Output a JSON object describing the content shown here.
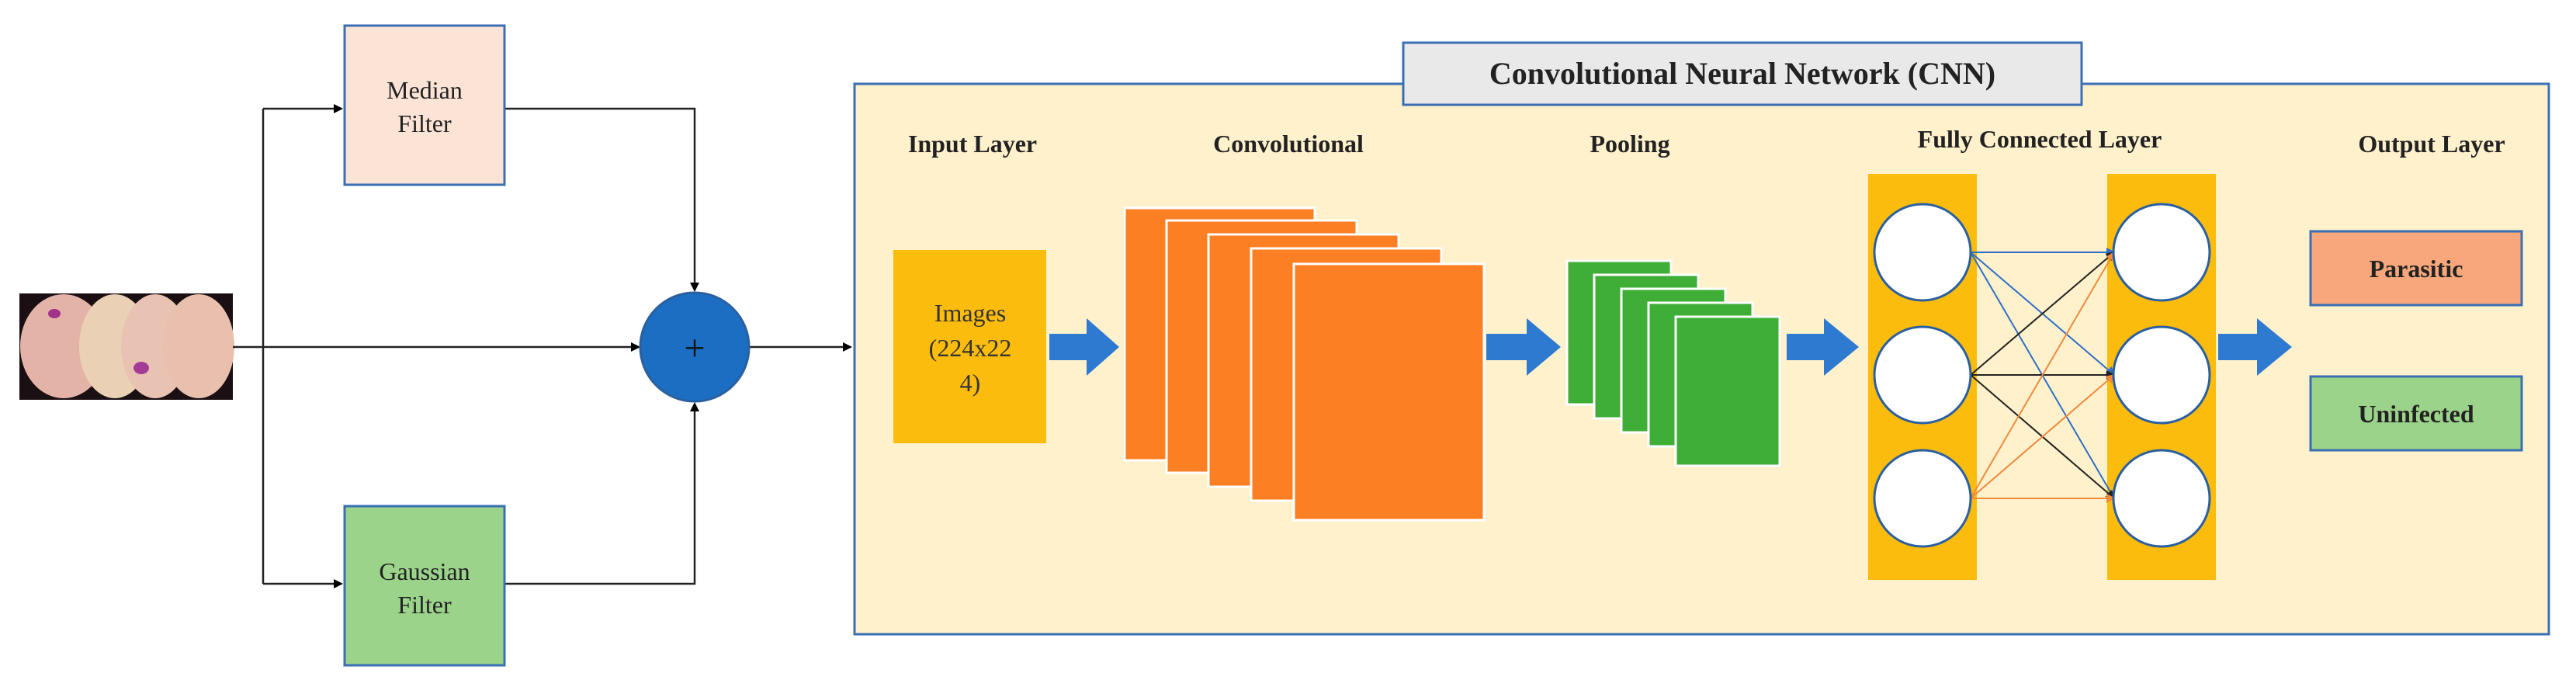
{
  "filters": {
    "median": [
      "Median",
      "Filter"
    ],
    "gaussian": [
      "Gaussian",
      "Filter"
    ]
  },
  "combine": {
    "symbol": "+"
  },
  "cnn": {
    "title": "Convolutional Neural Network (CNN)",
    "layers": {
      "input": "Input Layer",
      "convolutional": "Convolutional",
      "pooling": "Pooling",
      "fully_connected": "Fully Connected Layer",
      "output": "Output Layer"
    },
    "input_box": [
      "Images",
      "(224x22",
      "4)"
    ],
    "outputs": [
      "Parasitic",
      "Uninfected"
    ]
  },
  "colors": {
    "median_fill": "#fbe3d6",
    "gaussian_fill": "#9bd38a",
    "box_border": "#3a6fb3",
    "cnn_bg": "#fff1cc",
    "input_fill": "#fbbc0d",
    "conv_fill": "#fd7f23",
    "pool_fill": "#3eae36",
    "fc_bar": "#fbbc0d",
    "arrow_blue": "#2f7ad1",
    "plus_fill": "#1b6ec2",
    "parasitic_fill": "#f7a77b",
    "uninfected_fill": "#9bd38a"
  }
}
